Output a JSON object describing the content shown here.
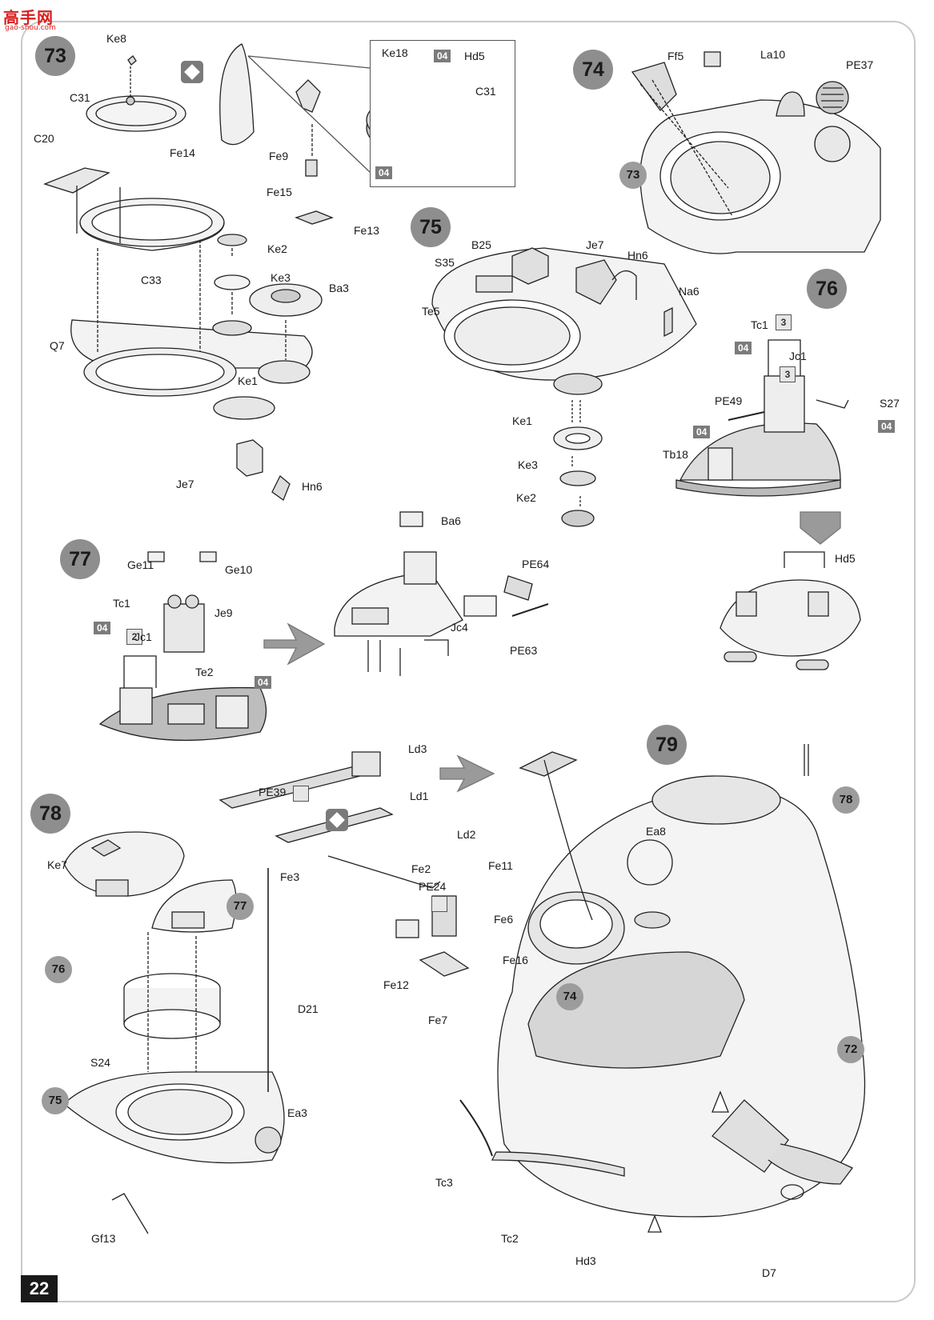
{
  "logo": {
    "title": "高手网",
    "subtitle": "gao-shou.com"
  },
  "page_number": "22",
  "steps": {
    "s73": "73",
    "s74": "74",
    "s75": "75",
    "s76": "76",
    "s77": "77",
    "s78": "78",
    "s79": "79"
  },
  "subrefs": {
    "r73": "73",
    "r76": "76",
    "r77": "77",
    "r75": "75",
    "r78": "78",
    "r74": "74",
    "r72": "72"
  },
  "tags": {
    "t04": "04"
  },
  "counts": {
    "c3": "3",
    "c2": "2"
  },
  "icons": {
    "option": "option-icon",
    "alt": "alt-icon",
    "bend": "bend-icon"
  },
  "labels": {
    "s73": {
      "ke8": "Ke8",
      "c31": "C31",
      "c20": "C20",
      "fe14": "Fe14",
      "fe9": "Fe9",
      "fe15": "Fe15",
      "fe13": "Fe13",
      "ke2": "Ke2",
      "ke3": "Ke3",
      "ba3": "Ba3",
      "c33": "C33",
      "q7": "Q7",
      "ke1": "Ke1",
      "je7": "Je7",
      "hn6": "Hn6",
      "ke18": "Ke18",
      "hd5": "Hd5",
      "c31b": "C31"
    },
    "s74": {
      "ff5": "Ff5",
      "la10": "La10",
      "pe37": "PE37"
    },
    "s75": {
      "b25": "B25",
      "s35": "S35",
      "je7": "Je7",
      "hn6": "Hn6",
      "te5": "Te5",
      "na6": "Na6",
      "ke1": "Ke1",
      "ke3": "Ke3",
      "ke2": "Ke2"
    },
    "s76": {
      "tc1": "Tc1",
      "jc1": "Jc1",
      "pe49": "PE49",
      "s27": "S27",
      "tb18": "Tb18",
      "hd5": "Hd5"
    },
    "s77": {
      "ge11": "Ge11",
      "ge10": "Ge10",
      "tc1": "Tc1",
      "je9": "Je9",
      "jc1": "Jc1",
      "te2": "Te2",
      "ba6": "Ba6",
      "pe64": "PE64",
      "jc4": "Jc4",
      "pe63": "PE63"
    },
    "s78": {
      "ke7": "Ke7",
      "d21": "D21",
      "s24": "S24",
      "ea3": "Ea3",
      "gf13": "Gf13",
      "ld3": "Ld3",
      "pe39": "PE39",
      "ld1": "Ld1",
      "ld2": "Ld2",
      "fe3": "Fe3",
      "fe2": "Fe2",
      "pe24": "PE24",
      "fe11": "Fe11",
      "fe6": "Fe6",
      "fe12": "Fe12",
      "fe16": "Fe16",
      "fe7": "Fe7"
    },
    "s79": {
      "ea8": "Ea8",
      "tc3": "Tc3",
      "tc2": "Tc2",
      "hd3": "Hd3",
      "d7": "D7"
    }
  },
  "colors": {
    "badge": "#8e8e8e",
    "tag": "#7b7b7b",
    "line": "#222222",
    "part": "#f2f2f2",
    "shade": "#b9b9b9",
    "accent": "#d8201e"
  }
}
